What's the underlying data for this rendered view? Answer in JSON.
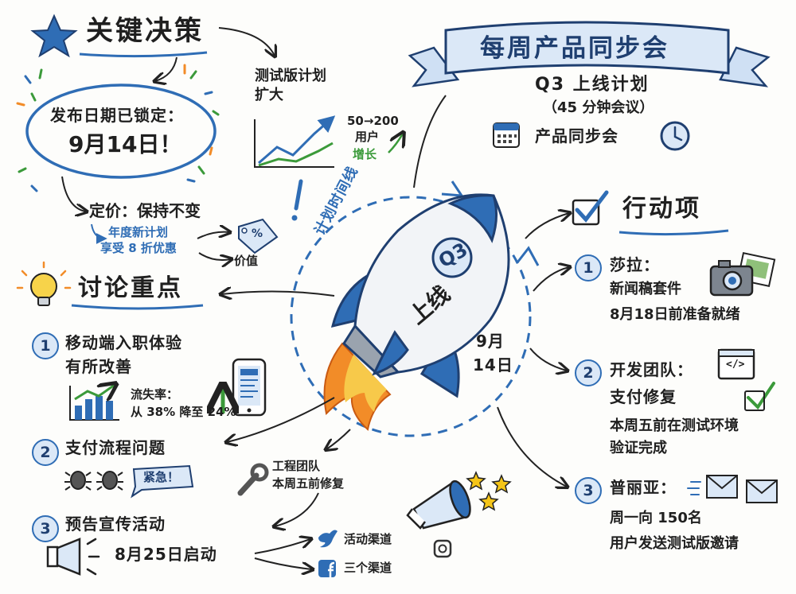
{
  "title_banner": "每周产品同步会",
  "subtitle": "Q3 上线计划",
  "duration": "（45 分钟会议）",
  "meeting_name": "产品同步会",
  "key_decisions": {
    "heading": "关键决策",
    "launch_locked": "发布日期已锁定：",
    "launch_date": "9月14日！",
    "pricing": "定价：保持不变",
    "annual_plan_1": "年度新计划",
    "annual_plan_2": "享受 8 折优惠",
    "value_label": "价值",
    "beta_expand_1": "测试版计划",
    "beta_expand_2": "扩大",
    "beta_users_1": "50→200",
    "beta_users_2": "用户",
    "beta_growth": "增长"
  },
  "discussion": {
    "heading": "讨论重点",
    "item1_num": "1",
    "item1_line1": "移动端入职体验",
    "item1_line2": "有所改善",
    "churn_label": "流失率：",
    "churn_change": "从 38% 降至 24%",
    "item2_num": "2",
    "item2_title": "支付流程问题",
    "urgent_tag": "紧急！",
    "eng_team": "工程团队",
    "eng_fix": "本周五前修复",
    "item3_num": "3",
    "item3_title": "预告宣传活动",
    "item3_date": "8月25日启动",
    "channel_twitter": "活动渠道",
    "channel_three": "三个渠道",
    "percent_sign": "%"
  },
  "center": {
    "timeline_label": "计划时间线",
    "rocket_badge": "Q3",
    "rocket_text": "上线",
    "date_line1": "9月",
    "date_line2": "14日"
  },
  "actions": {
    "heading": "行动项",
    "a1_num": "1",
    "a1_owner": "莎拉：",
    "a1_task": "新闻稿套件",
    "a1_due": "8月18日前准备就绪",
    "a2_num": "2",
    "a2_owner": "开发团队：",
    "a2_task": "支付修复",
    "code_icon_text": "</>",
    "a2_due_1": "本周五前在测试环境",
    "a2_due_2": "验证完成",
    "a3_num": "3",
    "a3_owner": "普丽亚：",
    "a3_task_1": "周一向 150名",
    "a3_task_2": "用户发送测试版邀请"
  },
  "colors": {
    "accent_blue": "#2f6db5",
    "light_blue": "#dbe8f7",
    "green": "#3b9a3a",
    "flame_orange": "#f28c28",
    "flame_yellow": "#f7c94a",
    "star_yellow": "#f5c518"
  }
}
